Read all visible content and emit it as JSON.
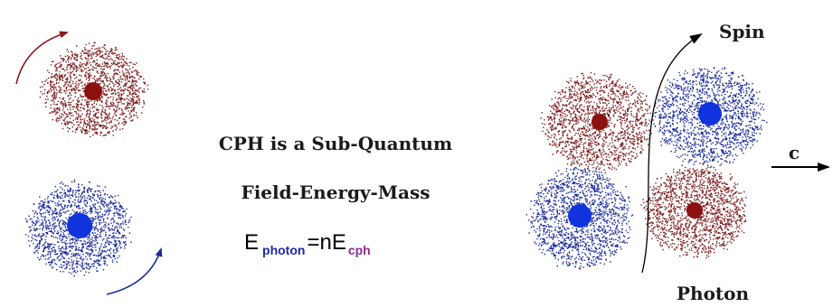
{
  "text": {
    "line1": "CPH is a Sub-Quantum",
    "line2": "Field-Energy-Mass"
  },
  "equation": {
    "symbol": "E",
    "lhs_subscript": "photon",
    "middle": "=n",
    "rhs_subscript": "cph"
  },
  "labels": {
    "spin": "Spin",
    "velocity": "c",
    "photon": "Photon"
  },
  "colors": {
    "red": "#7a1c1c",
    "blue": "#1a2a9a",
    "subscript_photon": "#1a2aa8",
    "subscript_cph": "#8e2b8e"
  }
}
